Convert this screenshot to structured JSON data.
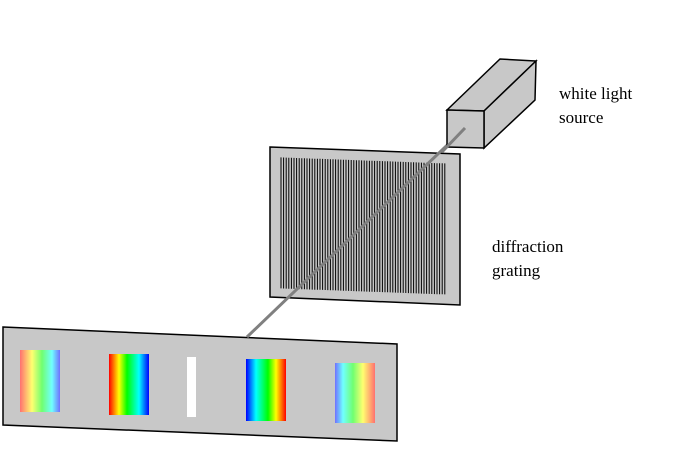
{
  "labels": {
    "source_line1": "white light",
    "source_line2": "source",
    "grating_line1": "diffraction",
    "grating_line2": "grating"
  },
  "colors": {
    "panel_fill": "#c8c8c8",
    "beam": "#808080",
    "outline": "#000000"
  },
  "spectra": [
    {
      "order": -2,
      "direction": "red-to-blue",
      "saturation": "pale"
    },
    {
      "order": -1,
      "direction": "red-to-blue",
      "saturation": "full"
    },
    {
      "order": 0,
      "direction": "white",
      "saturation": "white"
    },
    {
      "order": 1,
      "direction": "blue-to-red",
      "saturation": "full"
    },
    {
      "order": 2,
      "direction": "blue-to-red",
      "saturation": "pale"
    }
  ]
}
